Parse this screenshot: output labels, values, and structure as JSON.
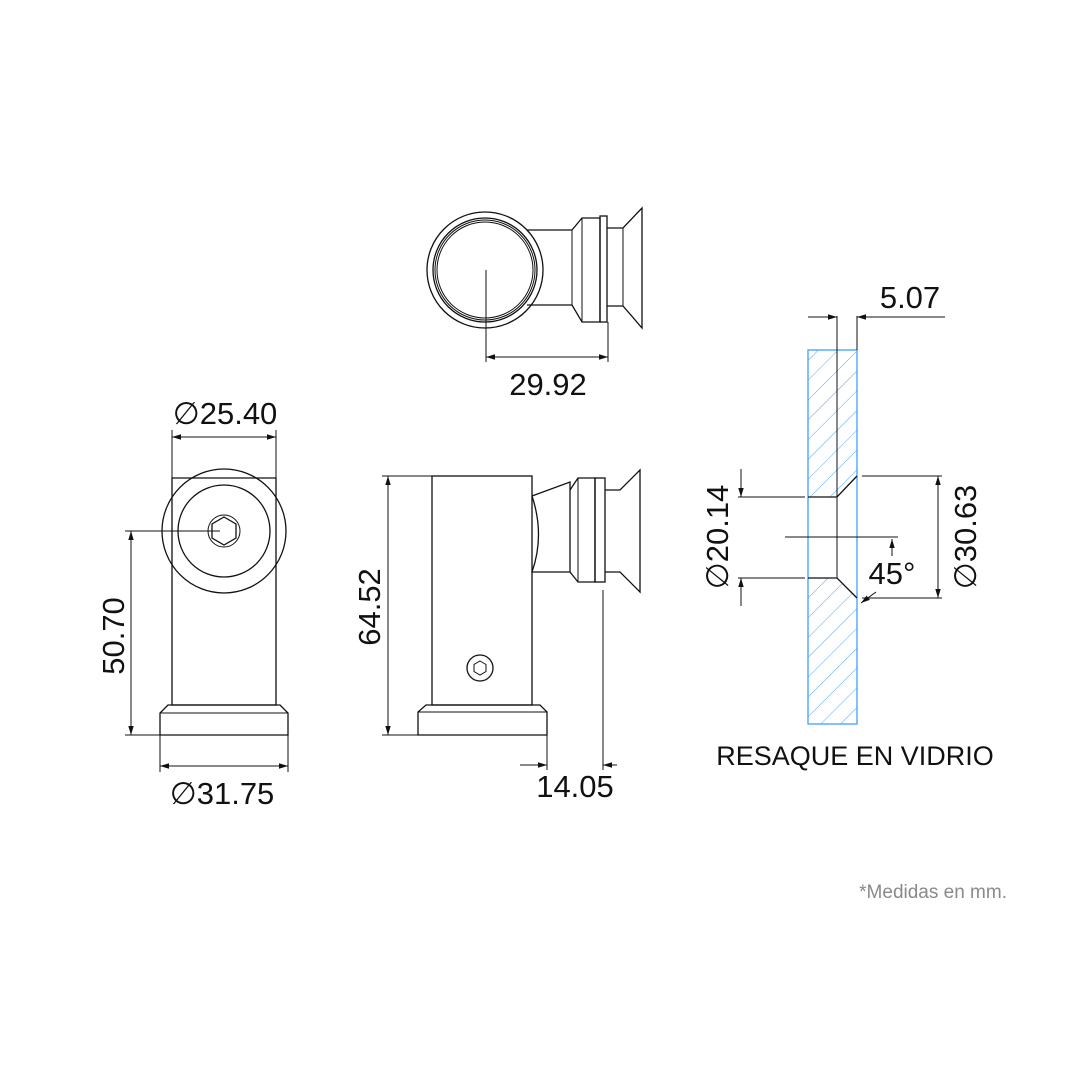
{
  "dimensions": {
    "top_view_offset": "29.92",
    "pipe_diameter": "25.40",
    "height_center": "50.70",
    "base_diameter": "31.75",
    "total_height": "64.52",
    "side_projection": "14.05",
    "glass_depth": "5.07",
    "hole_diameter": "20.14",
    "countersink_diameter": "30.63",
    "countersink_angle": "45°"
  },
  "diameter_symbol": "∅",
  "caption": "RESAQUE EN VIDRIO",
  "footnote": "*Medidas en mm.",
  "colors": {
    "line": "#111111",
    "glass": "#4da6ff",
    "note": "#8a8a8a"
  }
}
